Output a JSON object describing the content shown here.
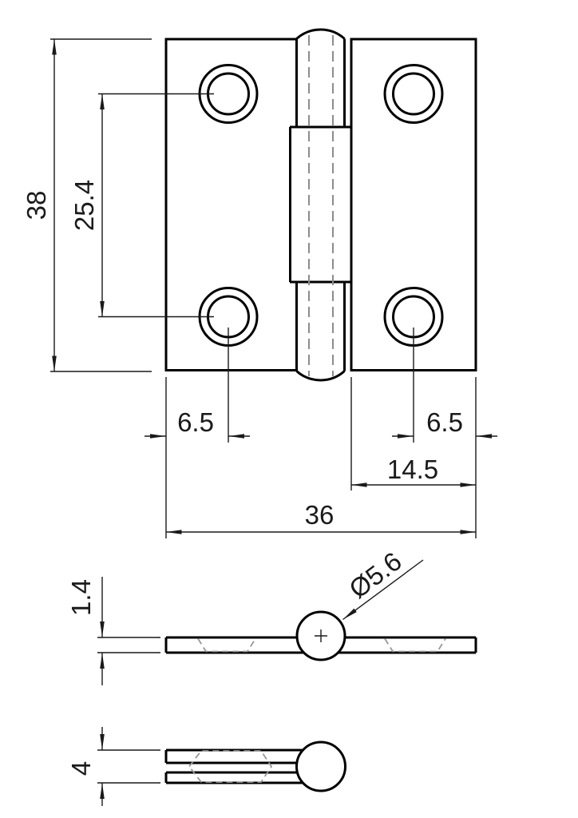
{
  "drawing": {
    "subject": "butt hinge engineering drawing with three orthographic views",
    "front_view": {
      "dim_overall_height": "38",
      "dim_hole_pitch": "25.4",
      "dim_hole_offset_left": "6.5",
      "dim_hole_offset_right": "6.5",
      "dim_right_leaf_width": "14.5",
      "dim_overall_width": "36"
    },
    "side_view_open": {
      "dim_leaf_thickness": "1.4",
      "dim_knuckle_diameter": "Ø5.6"
    },
    "side_view_folded": {
      "dim_folded_thickness": "4"
    },
    "colors": {
      "outline": "#000000",
      "dimension": "#1a1a1a",
      "hidden_line": "#8c8c8c",
      "background": "#ffffff"
    }
  }
}
